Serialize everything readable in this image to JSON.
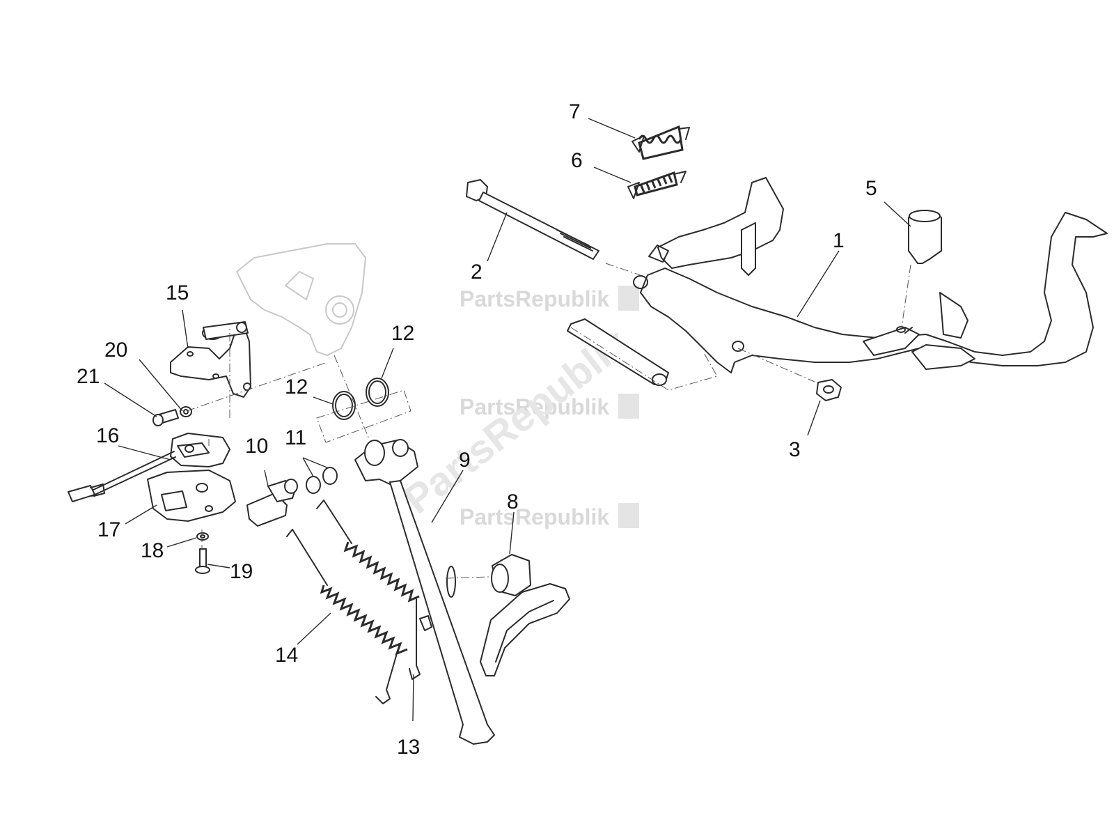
{
  "watermark": {
    "brand": "PartsRepublik"
  },
  "callouts": {
    "c1": "1",
    "c2": "2",
    "c3": "3",
    "c5": "5",
    "c6": "6",
    "c7": "7",
    "c8": "8",
    "c9": "9",
    "c10": "10",
    "c11": "11",
    "c12a": "12",
    "c12b": "12",
    "c13": "13",
    "c14": "14",
    "c15": "15",
    "c16": "16",
    "c17": "17",
    "c18": "18",
    "c19": "19",
    "c20": "20",
    "c21": "21"
  },
  "colors": {
    "line": "#2b2b2b",
    "watermark": "#d9d9d9",
    "background": "#ffffff"
  }
}
